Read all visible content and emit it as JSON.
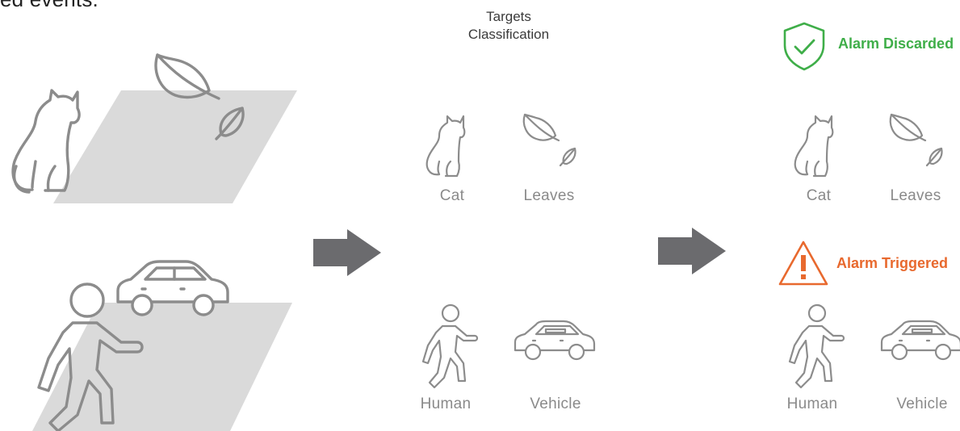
{
  "intro_text_fragment": "ed events.",
  "classification": {
    "title_line1": "Targets",
    "title_line2": "Classification",
    "labels": {
      "cat": "Cat",
      "leaves": "Leaves",
      "human": "Human",
      "vehicle": "Vehicle"
    }
  },
  "results": {
    "discarded": {
      "label": "Alarm Discarded",
      "color": "#3fae49",
      "icon": "shield-check-icon"
    },
    "triggered": {
      "label": "Alarm Triggered",
      "color": "#e8692e",
      "icon": "warning-triangle-icon"
    },
    "labels": {
      "cat": "Cat",
      "leaves": "Leaves",
      "human": "Human",
      "vehicle": "Vehicle"
    }
  },
  "colors": {
    "icon_stroke": "#8c8c8c",
    "ground_plane": "#dadada",
    "arrow": "#6b6b6e"
  }
}
